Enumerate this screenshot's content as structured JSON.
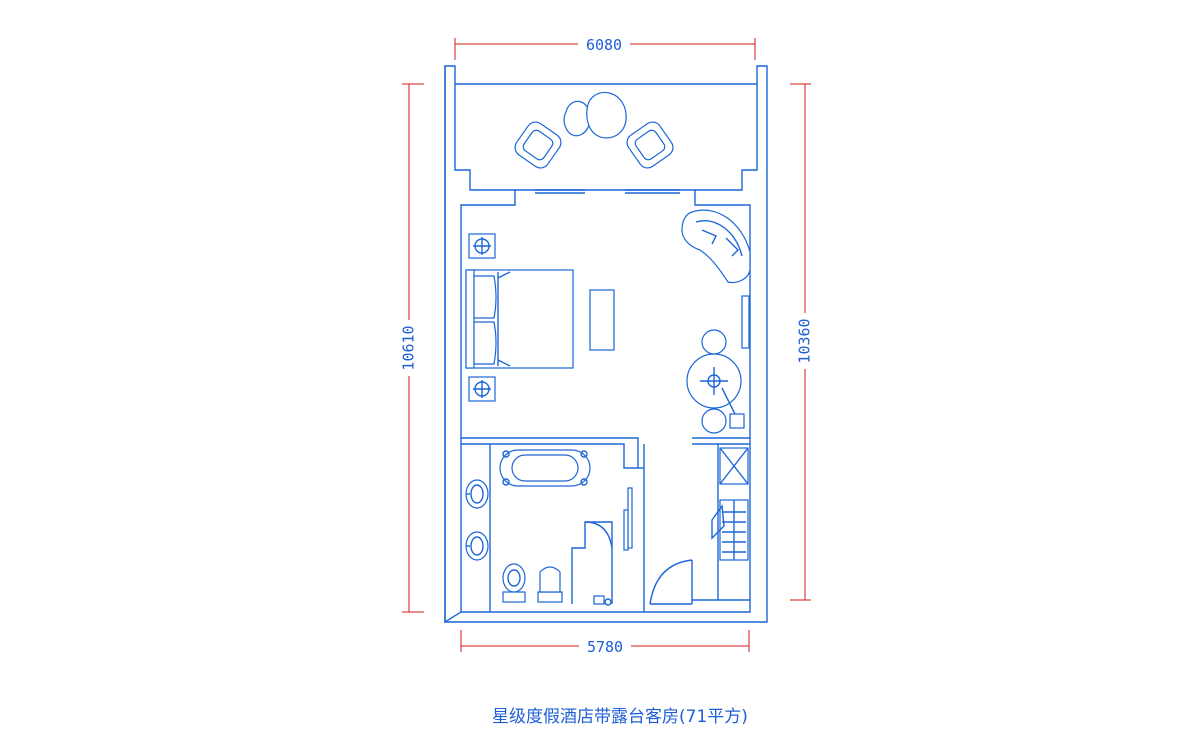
{
  "dimensions": {
    "top_width": "6080",
    "bottom_width": "5780",
    "left_height": "10610",
    "right_height": "10360"
  },
  "caption": "星级度假酒店带露台客房(71平方)",
  "colors": {
    "walls": "#1c66d8",
    "dimension_lines": "#d01818",
    "dimension_text": "#1f5fd6"
  }
}
